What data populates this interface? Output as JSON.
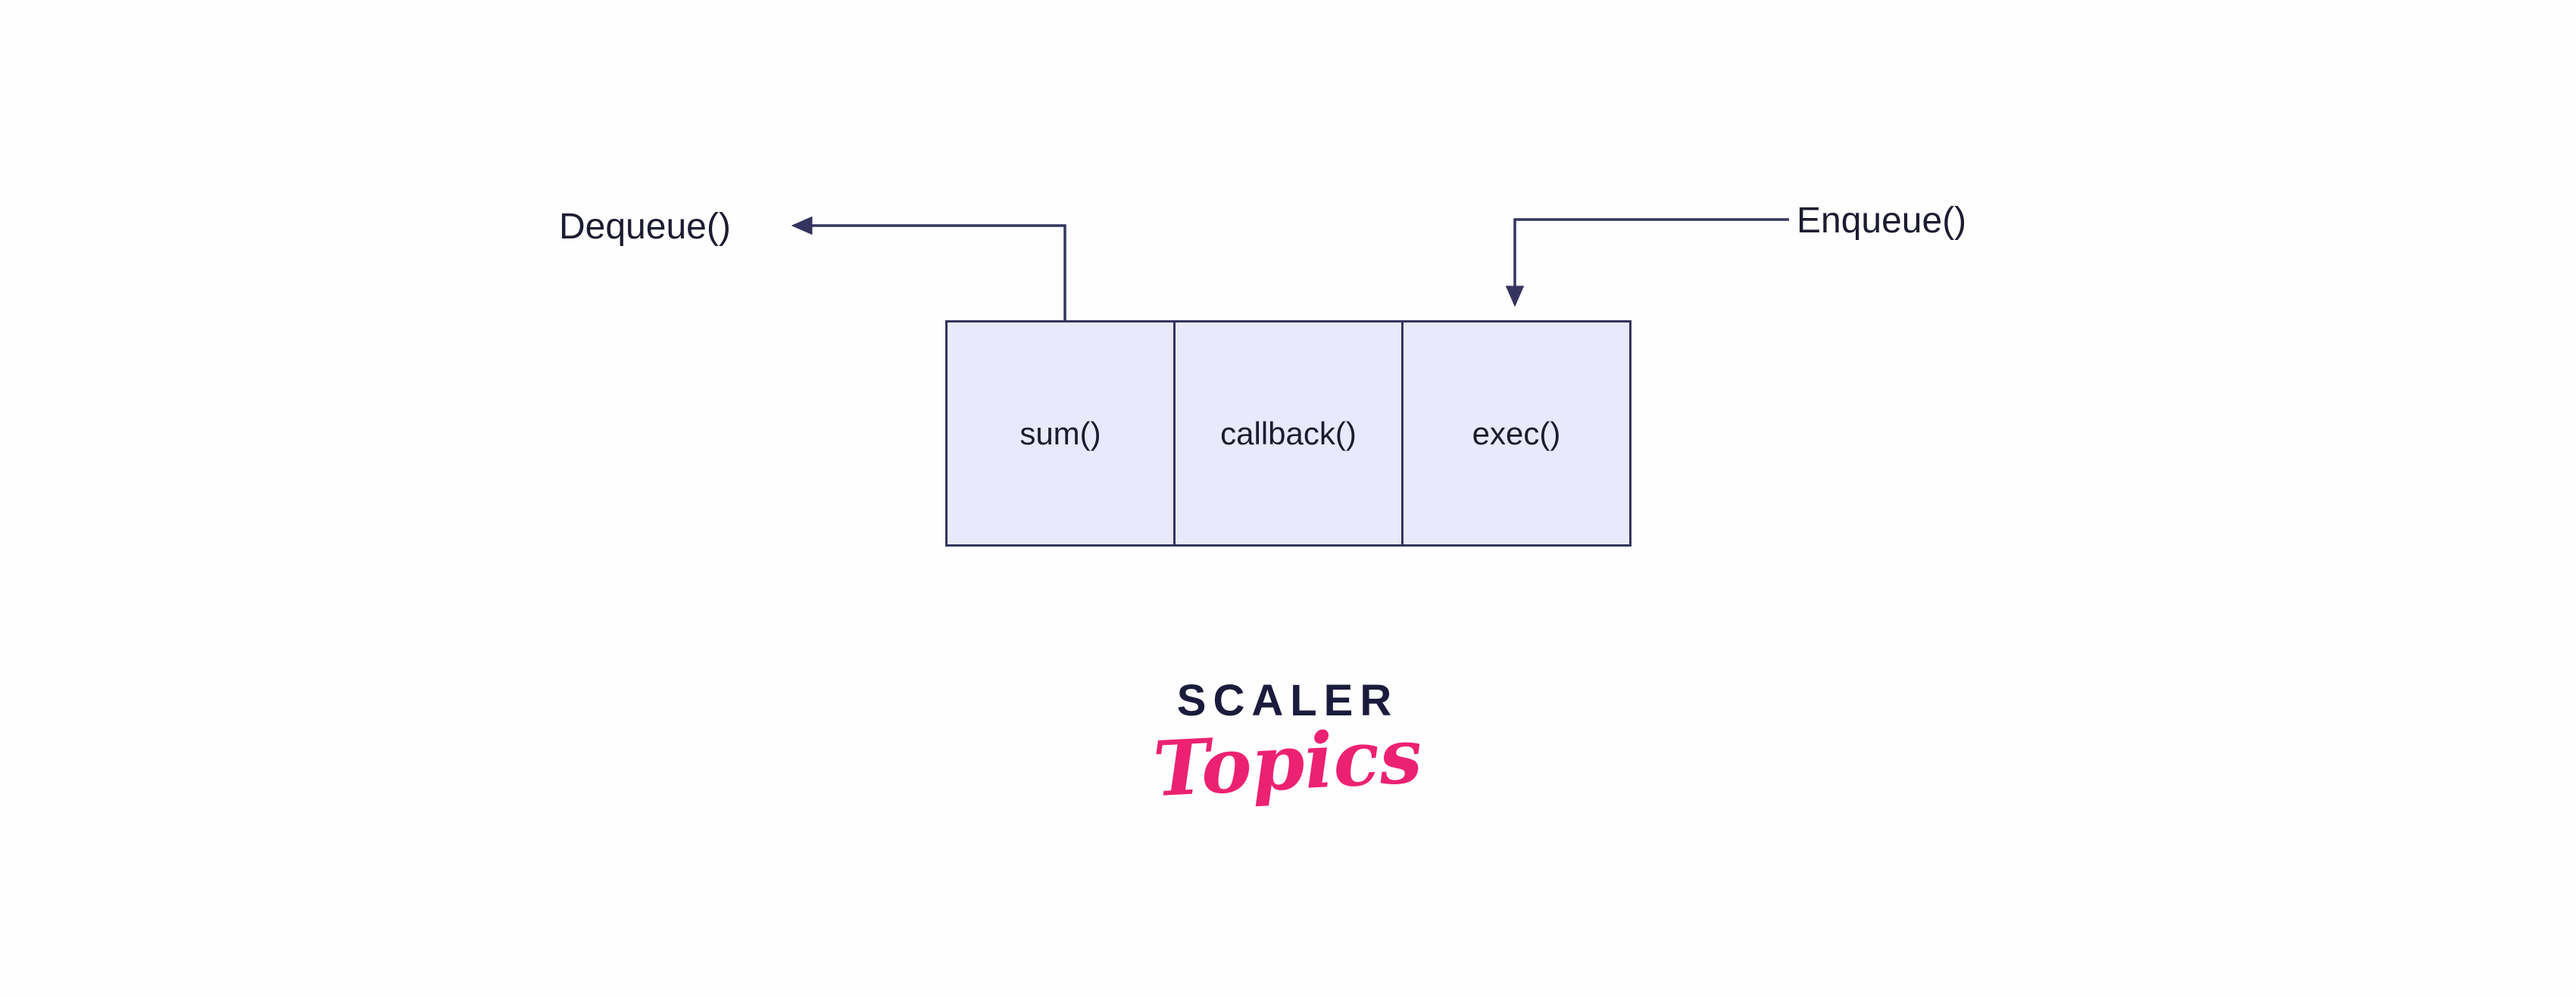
{
  "diagram": {
    "dequeue_label": "Dequeue()",
    "enqueue_label": "Enqueue()",
    "queue_cells": [
      {
        "label": "sum()"
      },
      {
        "label": "callback()"
      },
      {
        "label": "exec()"
      }
    ],
    "colors": {
      "cell_fill": "#e9e9fb",
      "cell_border": "#34345f",
      "arrow": "#34345f",
      "text": "#1c1c31"
    }
  },
  "logo": {
    "primary": "SCALER",
    "secondary": "Topics",
    "primary_color": "#1b1b3d",
    "secondary_color": "#ec2172"
  }
}
